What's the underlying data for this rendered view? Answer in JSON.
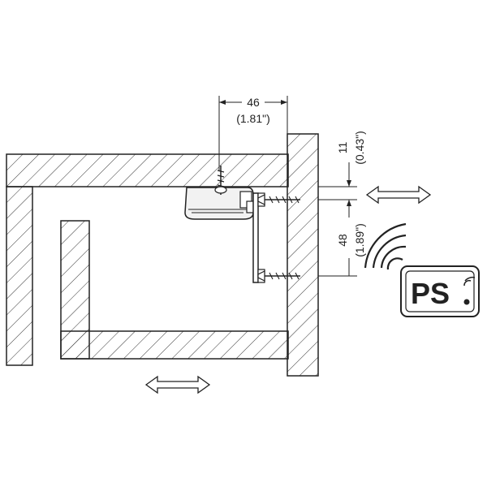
{
  "dimensions": {
    "top_width_mm": "46",
    "top_width_in": "(1.81\")",
    "right_top_mm": "11",
    "right_top_in": "(0.43\")",
    "right_span_mm": "48",
    "right_span_in": "(1.89\")"
  },
  "logo": {
    "text": "PS"
  },
  "colors": {
    "line": "#222222",
    "hatch": "#333333",
    "fitting_fill": "#f2f2f2"
  }
}
